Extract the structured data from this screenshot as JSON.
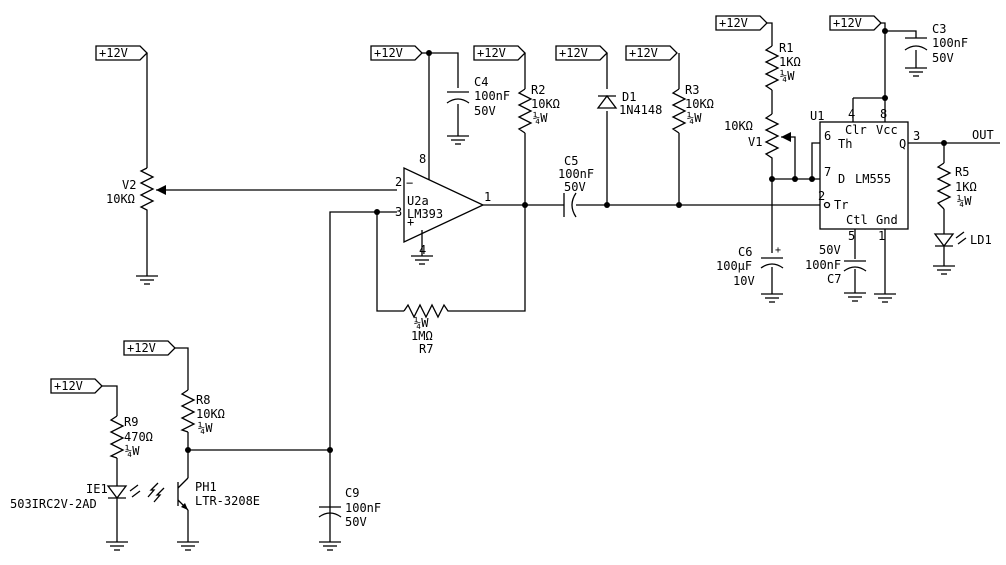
{
  "title": "",
  "colors": {
    "background": "#ffffff",
    "ink": "#000000"
  },
  "power": {
    "v2": "+12V",
    "u2": "+12V",
    "r2": "+12V",
    "d1": "+12V",
    "r3": "+12V",
    "r1": "+12V",
    "c3": "+12V",
    "r8": "+12V",
    "r9": "+12V"
  },
  "parts": {
    "c4": {
      "ref": "C4",
      "value": "100nF",
      "rating": "50V"
    },
    "r2": {
      "ref": "R2",
      "value": "10KΩ",
      "rating": "¼W"
    },
    "d1": {
      "ref": "D1",
      "value": "1N4148"
    },
    "r3": {
      "ref": "R3",
      "value": "10KΩ",
      "rating": "¼W"
    },
    "r1": {
      "ref": "R1",
      "value": "1KΩ",
      "rating": "¼W"
    },
    "v1": {
      "ref": "V1",
      "value": "10KΩ"
    },
    "c3": {
      "ref": "C3",
      "value": "100nF",
      "rating": "50V"
    },
    "v2": {
      "ref": "V2",
      "value": "10KΩ"
    },
    "c5": {
      "ref": "C5",
      "value": "100nF",
      "rating": "50V"
    },
    "c6": {
      "ref": "C6",
      "value": "100μF",
      "rating": "10V"
    },
    "c7": {
      "ref": "C7",
      "value": "100nF",
      "rating": "50V"
    },
    "r5": {
      "ref": "R5",
      "value": "1KΩ",
      "rating": "¼W"
    },
    "ld1": {
      "ref": "LD1"
    },
    "r7": {
      "ref": "R7",
      "value": "1MΩ",
      "rating": "¼W"
    },
    "r8": {
      "ref": "R8",
      "value": "10KΩ",
      "rating": "¼W"
    },
    "r9": {
      "ref": "R9",
      "value": "470Ω",
      "rating": "¼W"
    },
    "ie1": {
      "ref": "IE1",
      "value": "503IRC2V-2AD"
    },
    "ph1": {
      "ref": "PH1",
      "value": "LTR-3208E"
    },
    "c9": {
      "ref": "C9",
      "value": "100nF",
      "rating": "50V"
    }
  },
  "u2a": {
    "ref": "U2a",
    "part": "LM393",
    "pins": {
      "inv": "2",
      "noninv": "3",
      "out": "1",
      "vcc": "8",
      "gnd": "4"
    },
    "signs": {
      "inv": "−",
      "noninv": "+"
    }
  },
  "u1": {
    "ref": "U1",
    "part": "LM555",
    "pin_names": {
      "clr": "Clr",
      "vcc": "Vcc",
      "th": "Th",
      "q": "Q",
      "d": "D",
      "tr": "Tr",
      "ctl": "Ctl",
      "gnd": "Gnd"
    },
    "pins": {
      "clr": "4",
      "vcc": "8",
      "th": "6",
      "q": "3",
      "d": "7",
      "tr": "2",
      "ctl": "5",
      "gnd": "1"
    }
  },
  "output": {
    "label": "OUT"
  },
  "polarity": {
    "c6": "+"
  }
}
